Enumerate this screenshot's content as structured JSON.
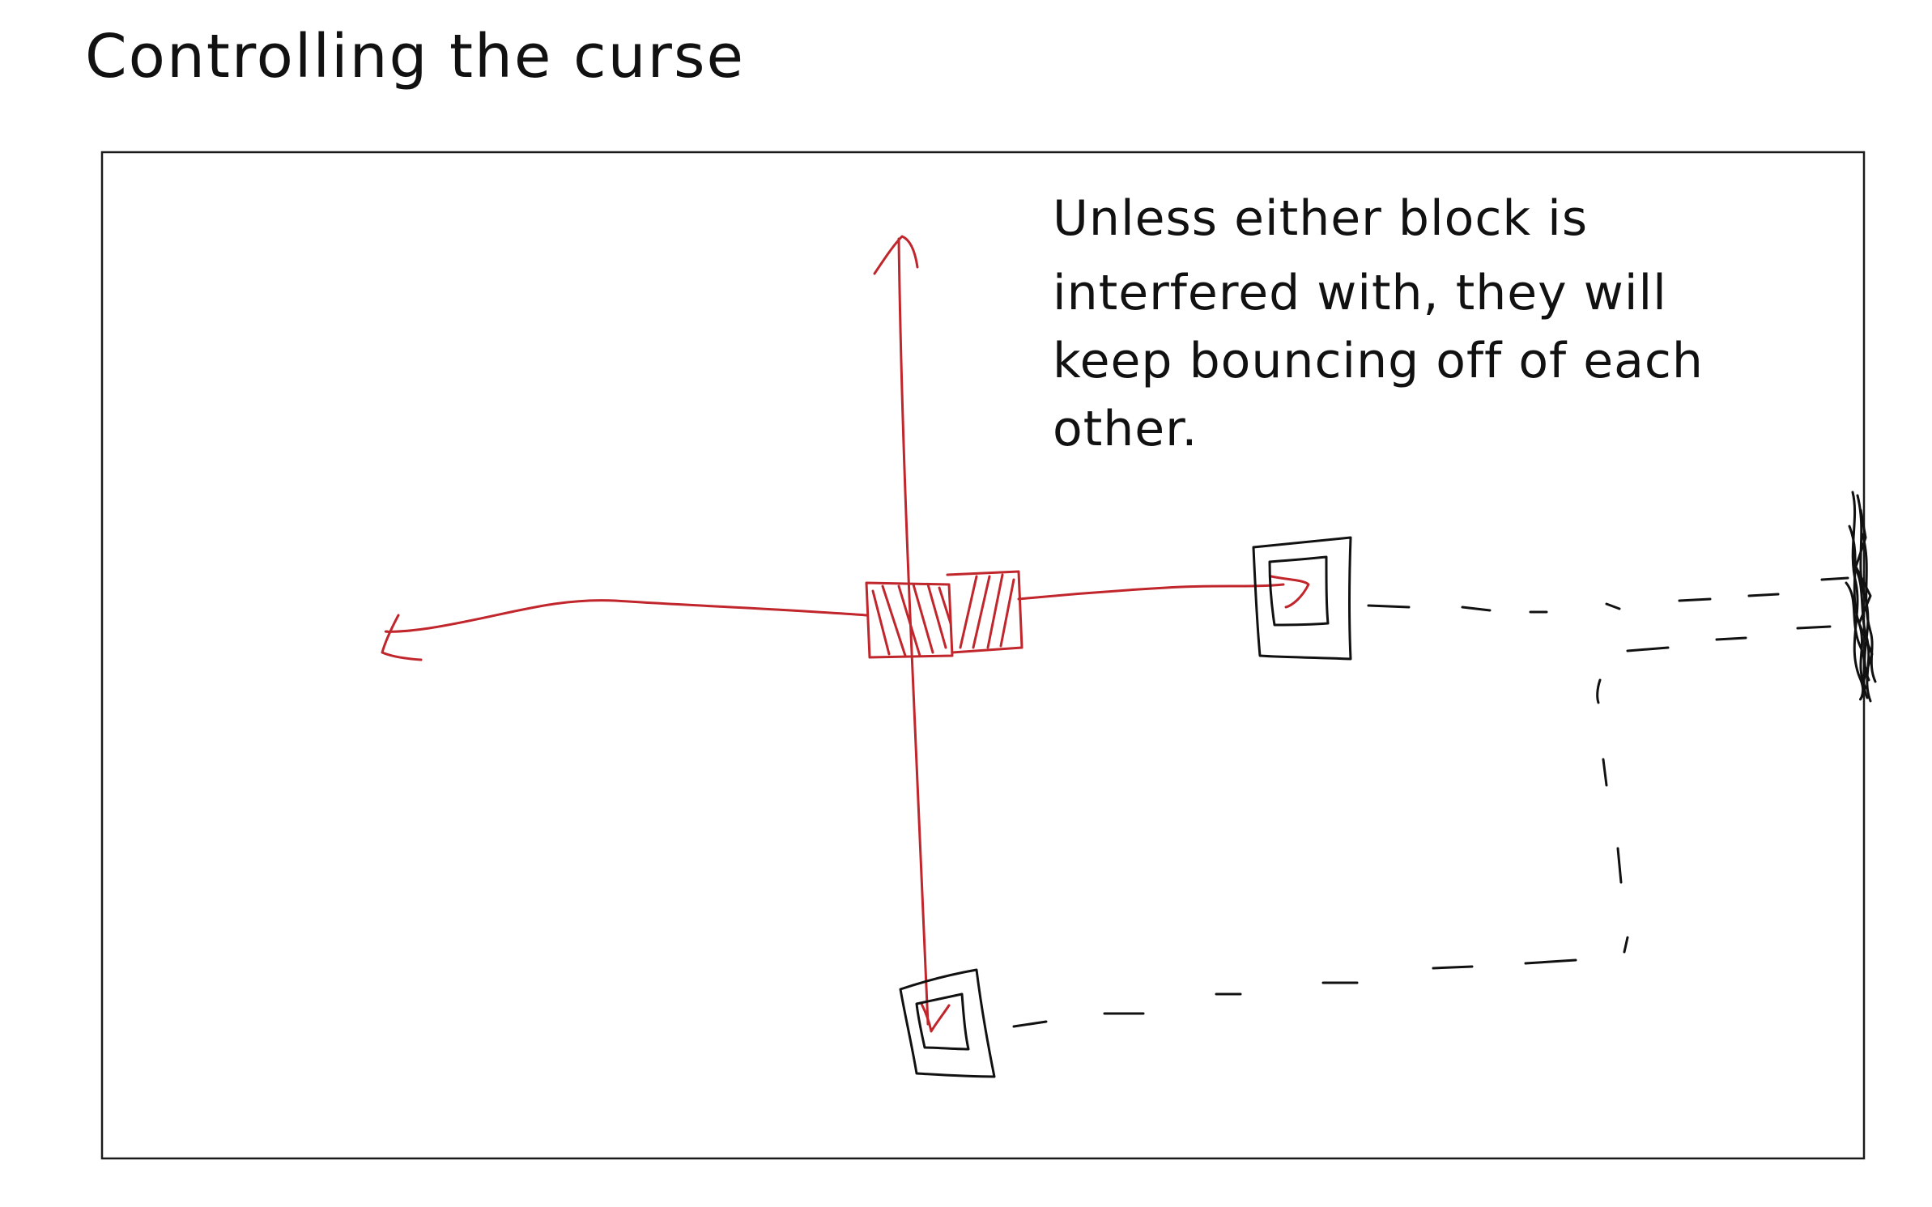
{
  "title": "Controlling the curse",
  "note": {
    "lines": [
      "Unless either block is",
      "interfered with, they will",
      "keep bouncing off of each",
      "other."
    ]
  },
  "colors": {
    "ink": "#111111",
    "red": "#c0262b",
    "frame": "#1a1a1a"
  }
}
